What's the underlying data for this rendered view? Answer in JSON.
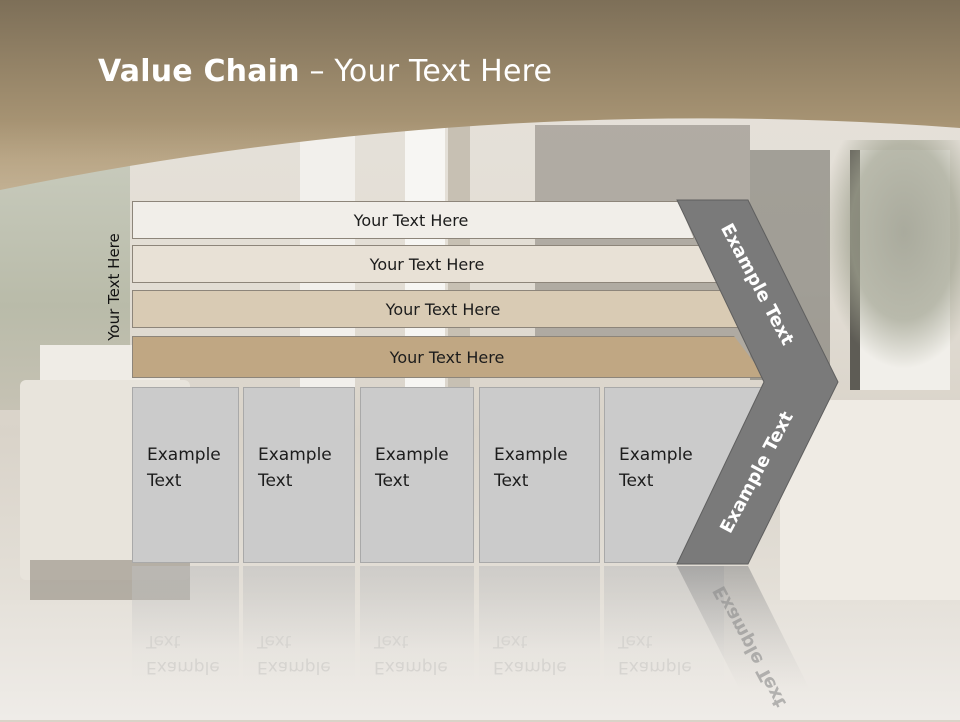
{
  "slide": {
    "title_bold": "Value Chain",
    "title_rest": " – Your Text Here",
    "side_label": "Your Text Here"
  },
  "bars": [
    {
      "label": "Your Text Here"
    },
    {
      "label": "Your Text Here"
    },
    {
      "label": "Your Text Here"
    },
    {
      "label": "Your Text Here"
    }
  ],
  "columns": [
    {
      "label": "Example Text"
    },
    {
      "label": "Example Text"
    },
    {
      "label": "Example Text"
    },
    {
      "label": "Example Text"
    },
    {
      "label": "Example Text"
    }
  ],
  "chevron": {
    "upper_label": "Example Text",
    "lower_label": "Example Text"
  },
  "colors": {
    "header": "#9c8a6c",
    "chevron": "#7a7a7a",
    "column": "#cbcbcb"
  }
}
